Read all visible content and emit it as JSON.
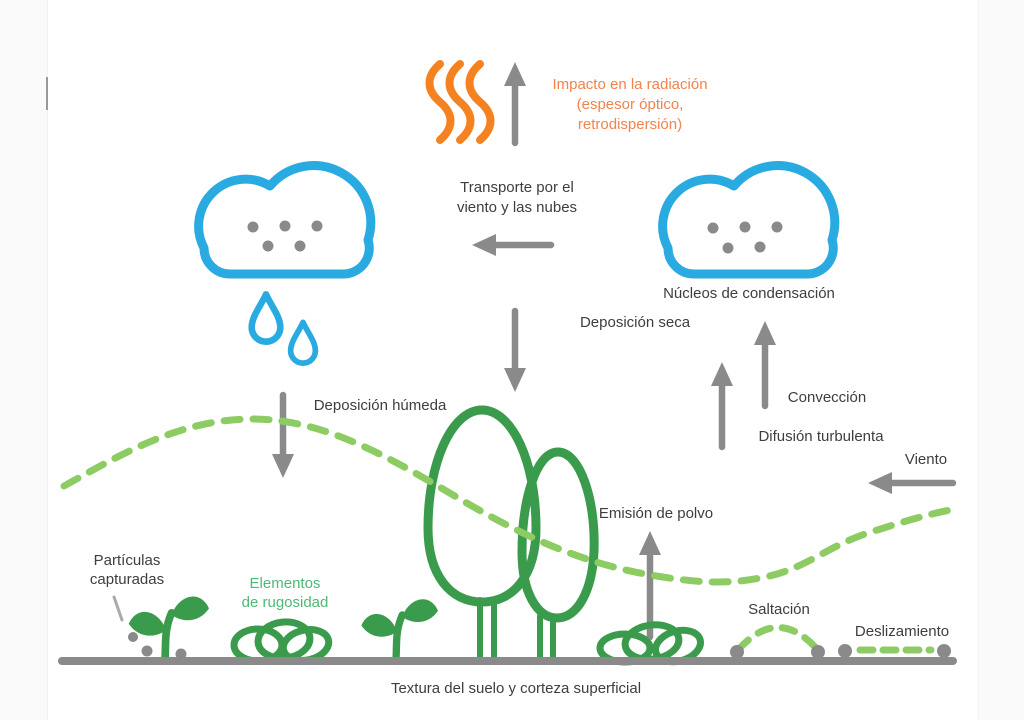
{
  "colors": {
    "blue": "#29ABE2",
    "orange": "#F58220",
    "orange_text": "#F3824B",
    "gray": "#8A8A8A",
    "dark_text": "#3E3E3E",
    "green_dark": "#3B9B4D",
    "green_light": "#8DCB63",
    "green_text": "#4CBA74"
  },
  "labels": {
    "impact": {
      "line1": "Impacto en la radiación",
      "line2": "(espesor óptico,",
      "line3": "retrodispersión)"
    },
    "transport": {
      "line1": "Transporte por el",
      "line2": "viento y las nubes"
    },
    "nucleos": "Núcleos de condensación",
    "deposicion_seca": "Deposición seca",
    "conveccion": "Convección",
    "difusion": "Difusión turbulenta",
    "viento": "Viento",
    "deposicion_humeda": "Deposición húmeda",
    "emision": "Emisión de polvo",
    "particulas": {
      "line1": "Partículas",
      "line2": "capturadas"
    },
    "elementos": {
      "line1": "Elementos",
      "line2": "de rugosidad"
    },
    "saltacion": "Saltación",
    "deslizamiento": "Deslizamiento",
    "textura": "Textura del suelo y corteza superficial"
  },
  "icons": {
    "heat_waves_icon": "three orange wavy radiation lines",
    "cloud_icon": "blue outlined cloud with gray particle dots",
    "rain_drops_icon": "two blue outlined raindrops",
    "arrow_icon": "gray arrow with triangular head",
    "tree_icon": "green outlined oval trees",
    "sprout_icon": "green seedling with two leaves",
    "rocks_icon": "overlapping green outlined pebbles",
    "dashed_curve_icon": "light green dashed boundary-layer curve",
    "ground_icon": "thick gray ground line"
  }
}
